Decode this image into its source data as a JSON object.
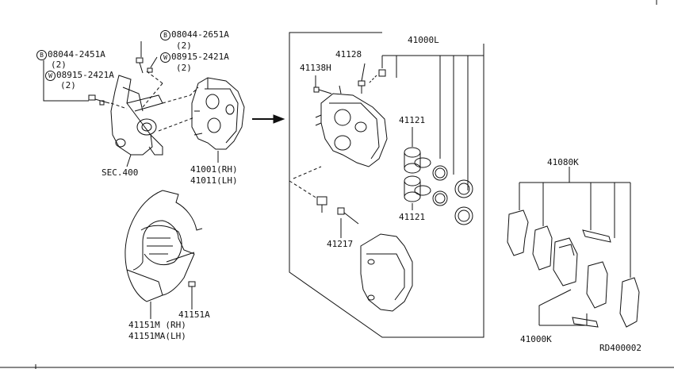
{
  "left_group": {
    "bolt_b_upper": {
      "badge": "B",
      "part": "08044-2651A",
      "qty": "(2)"
    },
    "washer_w_upper": {
      "badge": "W",
      "part": "08915-2421A",
      "qty": "(2)"
    },
    "bolt_b_left": {
      "badge": "B",
      "part": "08044-2451A",
      "qty": "(2)"
    },
    "washer_w_left": {
      "badge": "W",
      "part": "08915-2421A",
      "qty": "(2)"
    },
    "knuckle_ref": "SEC.400",
    "caliper_rh": "41001(RH)",
    "caliper_lh": "41011(LH)",
    "shield_bolt": "41151A",
    "shield_rh": "41151M (RH)",
    "shield_lh": "41151MA(LH)"
  },
  "caliper_kit": {
    "kit": "41000L",
    "bleeder": "41128",
    "bolt": "41138H",
    "piston_upper": "41121",
    "piston_lower": "41121",
    "pin": "41217"
  },
  "pads": {
    "kit_upper": "41080K",
    "kit_lower": "41000K"
  },
  "diagram_code": "RD400002"
}
